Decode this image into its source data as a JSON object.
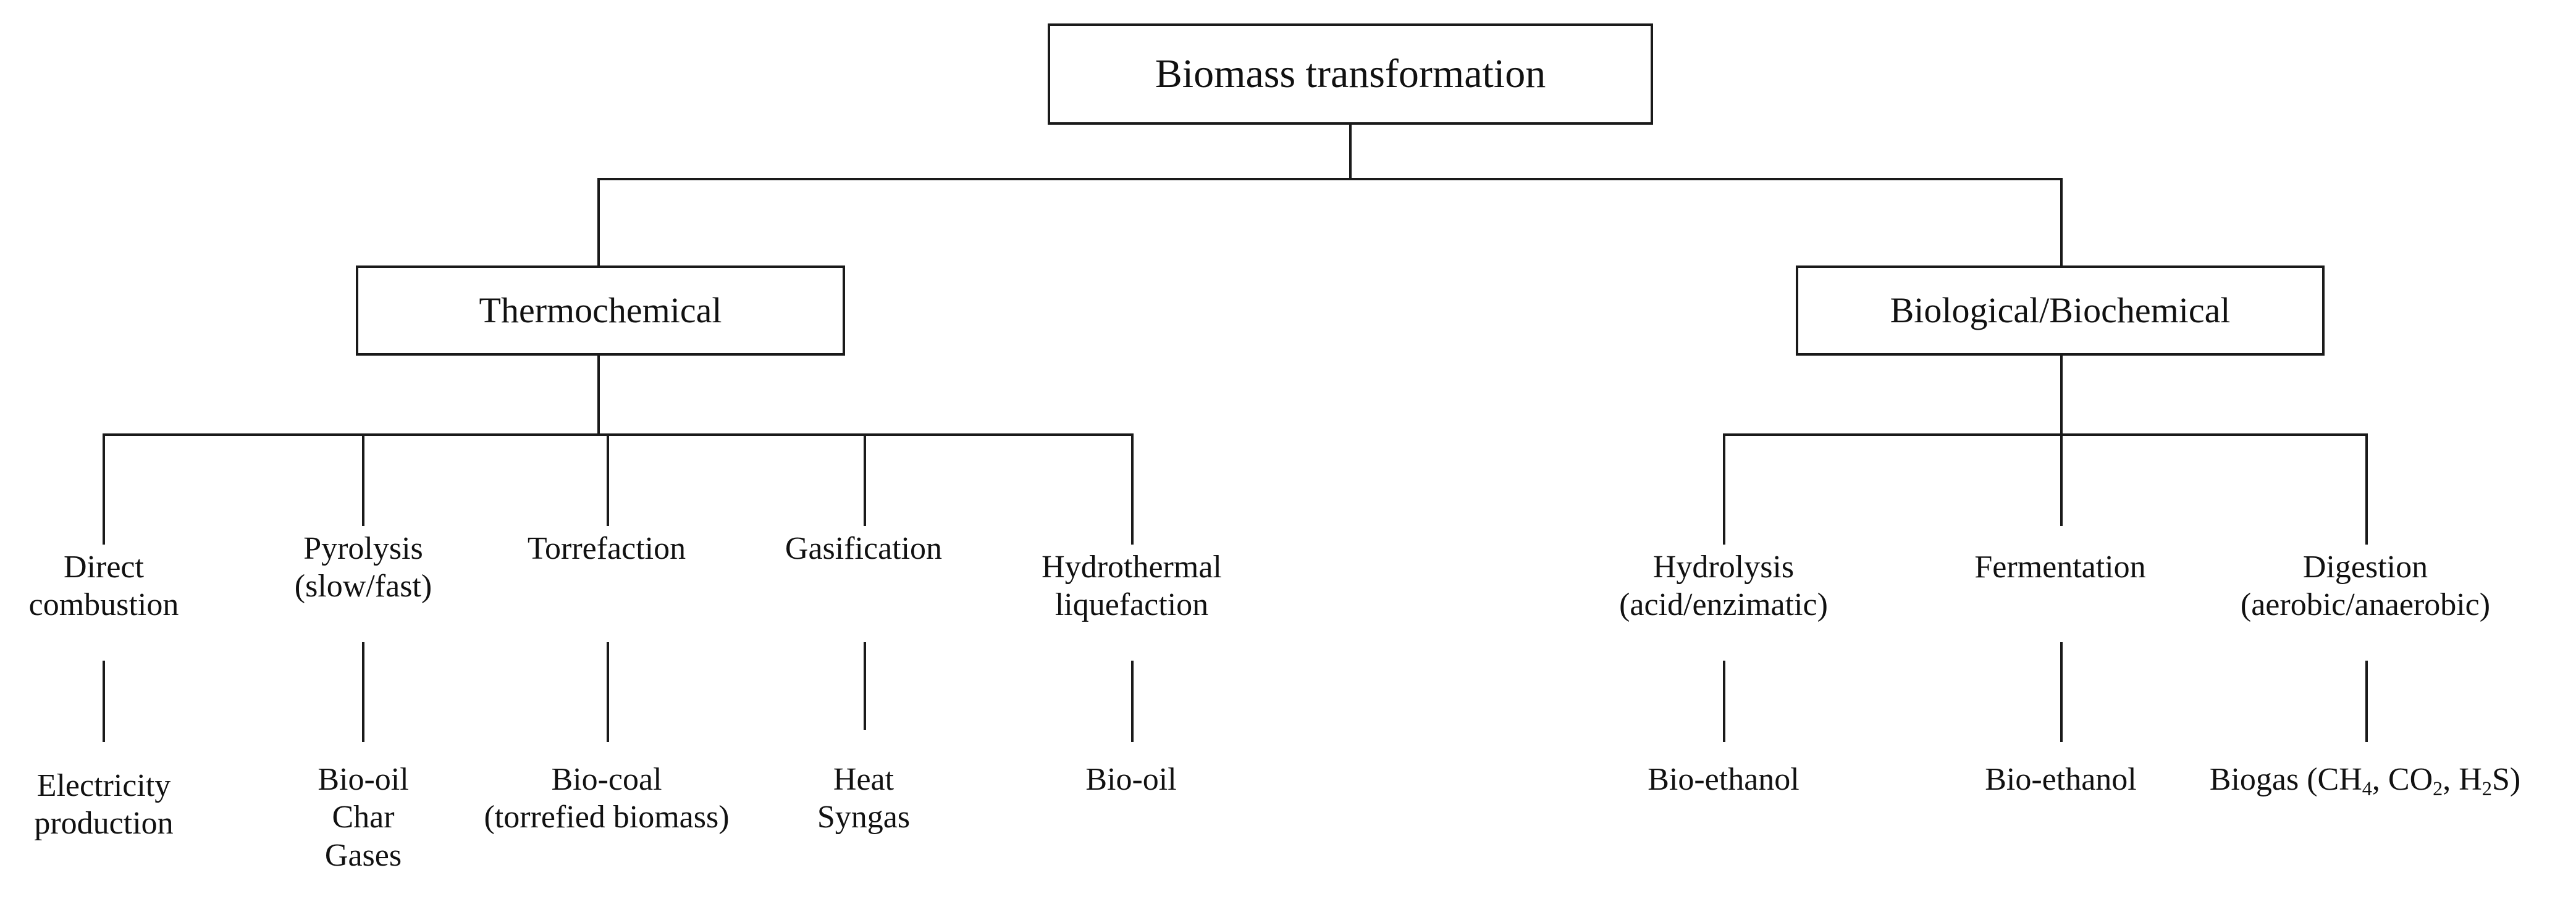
{
  "diagram": {
    "title": "Biomass transformation",
    "root": {
      "label": "Biomass transformation"
    },
    "branches": [
      {
        "key": "thermochemical",
        "label": "Thermochemical",
        "processes": [
          {
            "key": "direct-combustion",
            "lines": [
              "Direct",
              "combustion"
            ],
            "products": {
              "lines": [
                "Electricity",
                "production"
              ]
            }
          },
          {
            "key": "pyrolysis",
            "lines": [
              "Pyrolysis",
              "(slow/fast)"
            ],
            "products": {
              "lines": [
                "Bio-oil",
                "Char",
                "Gases"
              ]
            }
          },
          {
            "key": "torrefaction",
            "lines": [
              "Torrefaction"
            ],
            "products": {
              "lines": [
                "Bio-coal",
                "(torrefied biomass)"
              ]
            }
          },
          {
            "key": "gasification",
            "lines": [
              "Gasification"
            ],
            "products": {
              "lines": [
                "Heat",
                "Syngas"
              ]
            }
          },
          {
            "key": "hydrothermal-liquefaction",
            "lines": [
              "Hydrothermal",
              "liquefaction"
            ],
            "products": {
              "lines": [
                "Bio-oil"
              ]
            }
          }
        ]
      },
      {
        "key": "biological-biochemical",
        "label": "Biological/Biochemical",
        "processes": [
          {
            "key": "hydrolysis",
            "lines": [
              "Hydrolysis",
              "(acid/enzimatic)"
            ],
            "products": {
              "lines": [
                "Bio-ethanol"
              ]
            }
          },
          {
            "key": "fermentation",
            "lines": [
              "Fermentation"
            ],
            "products": {
              "lines": [
                "Bio-ethanol"
              ]
            }
          },
          {
            "key": "digestion",
            "lines": [
              "Digestion",
              "(aerobic/anaerobic)"
            ],
            "products": {
              "lines": [
                "Biogas (CH4, CO2, H2S)"
              ]
            }
          }
        ]
      }
    ],
    "biogas_formula": {
      "prefix": "Biogas (CH",
      "sub1": "4",
      "mid1": ", CO",
      "sub2": "2",
      "mid2": ", H",
      "sub3": "2",
      "suffix": "S)"
    },
    "colors": {
      "line": "#1a1a1a",
      "background": "#ffffff",
      "text": "#111111"
    }
  }
}
